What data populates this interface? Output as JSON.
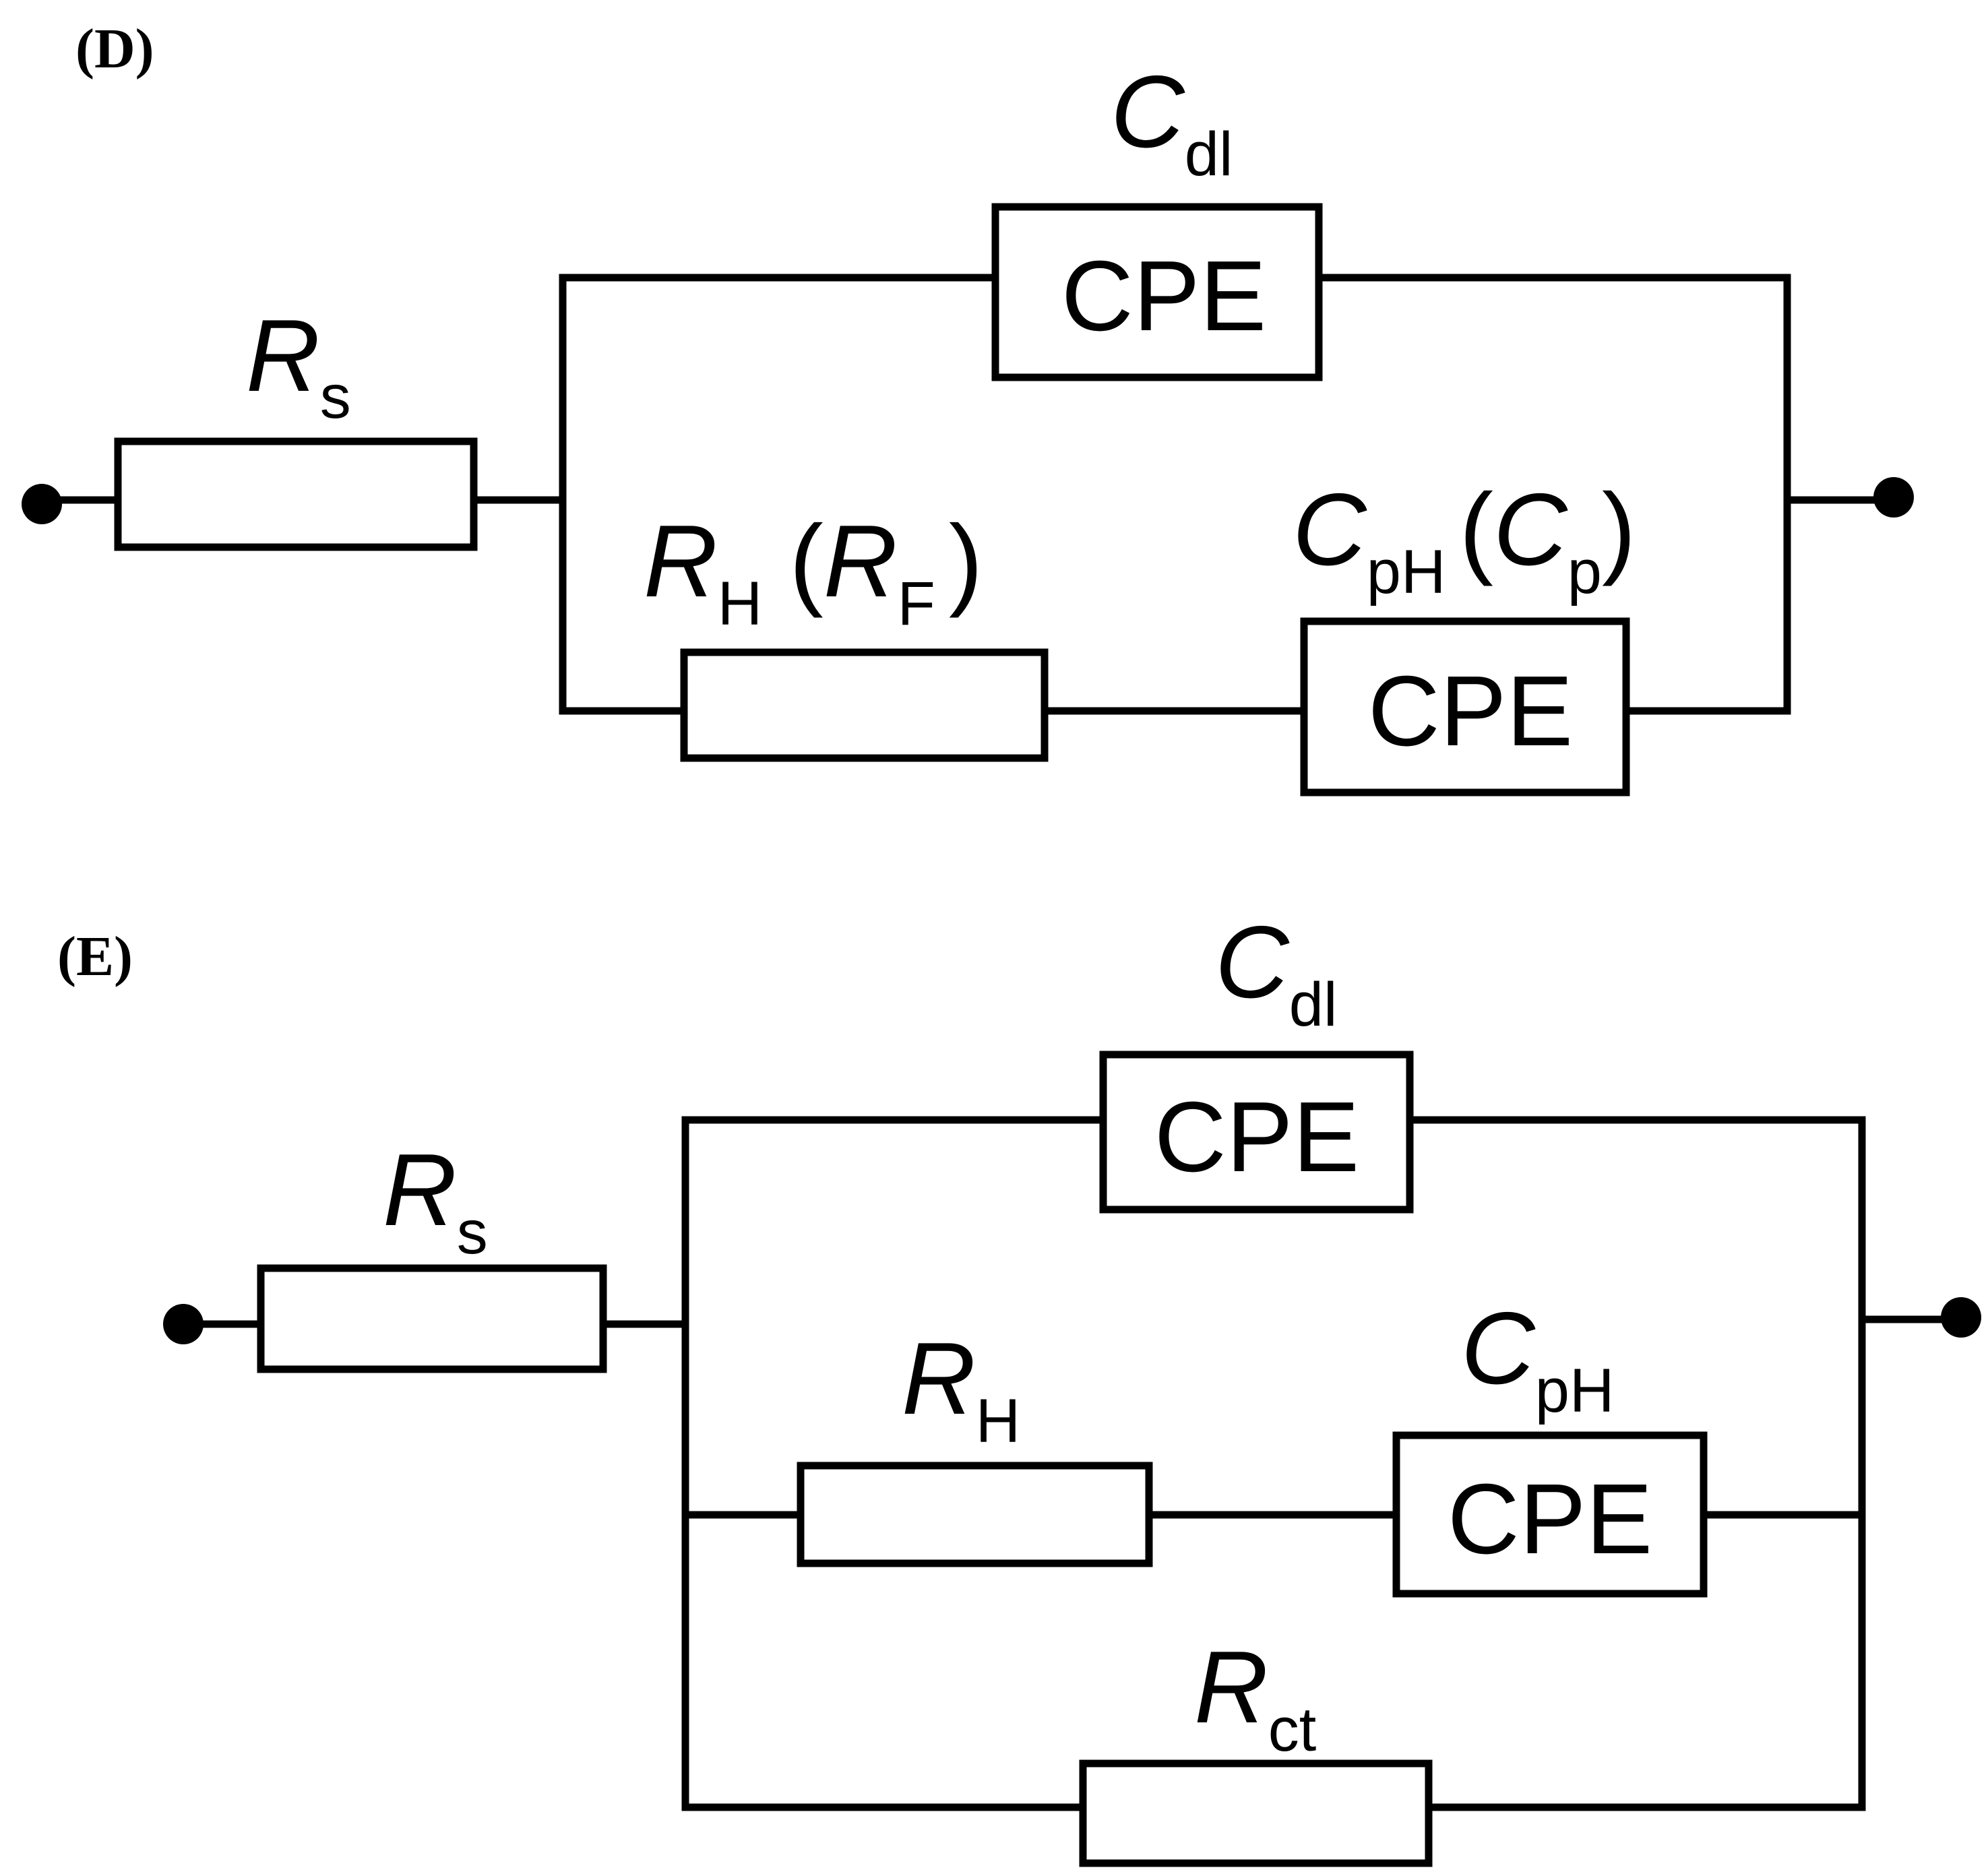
{
  "panel_d": {
    "label": "(D)",
    "rs": {
      "symbol": "R",
      "subscript": "s"
    },
    "cdl": {
      "symbol": "C",
      "subscript": "dl",
      "element": "CPE"
    },
    "rh": {
      "symbol": "R",
      "subscript": "H",
      "open": "(",
      "alt_symbol": "R",
      "alt_subscript": "F",
      "close": ")"
    },
    "cph": {
      "symbol": "C",
      "subscript": "pH",
      "open": "(",
      "alt_symbol": "C",
      "alt_subscript": "p",
      "close": ")",
      "element": "CPE"
    }
  },
  "panel_e": {
    "label": "(E)",
    "rs": {
      "symbol": "R",
      "subscript": "s"
    },
    "cdl": {
      "symbol": "C",
      "subscript": "dl",
      "element": "CPE"
    },
    "rh": {
      "symbol": "R",
      "subscript": "H"
    },
    "cph": {
      "symbol": "C",
      "subscript": "pH",
      "element": "CPE"
    },
    "rct": {
      "symbol": "R",
      "subscript": "ct"
    }
  }
}
